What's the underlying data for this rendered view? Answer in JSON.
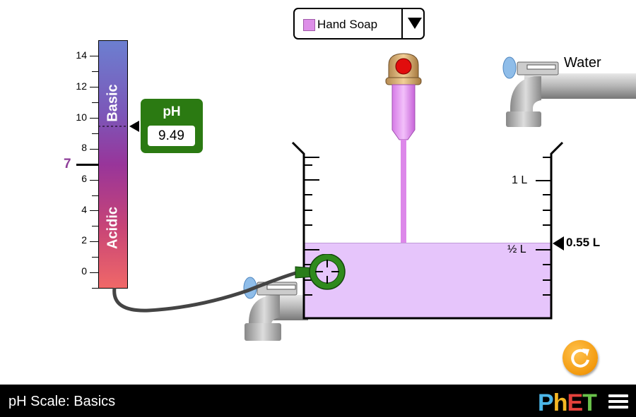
{
  "header": {
    "solute_selector": {
      "selected": "Hand Soap",
      "swatch_color": "#dd8ee8"
    }
  },
  "ph_scale": {
    "ticks": [
      "14",
      "12",
      "10",
      "8",
      "6",
      "4",
      "2",
      "0"
    ],
    "neutral_label": "7",
    "basic_label": "Basic",
    "acidic_label": "Acidic",
    "indicator_value": 9.49
  },
  "ph_meter": {
    "title": "pH",
    "value": "9.49"
  },
  "faucets": {
    "water_label": "Water"
  },
  "beaker": {
    "label_1L": "1 L",
    "label_half_L": "½ L",
    "volume_readout": "0.55 L",
    "liquid_color": "#e6c5fb"
  },
  "navbar": {
    "sim_title": "pH Scale: Basics",
    "brand": {
      "p": "P",
      "h": "h",
      "e": "E",
      "t": "T"
    }
  },
  "colors": {
    "meter_green": "#2b7a12",
    "reset_orange": "#f39a0e",
    "neutral_purple": "#8e3e99"
  }
}
